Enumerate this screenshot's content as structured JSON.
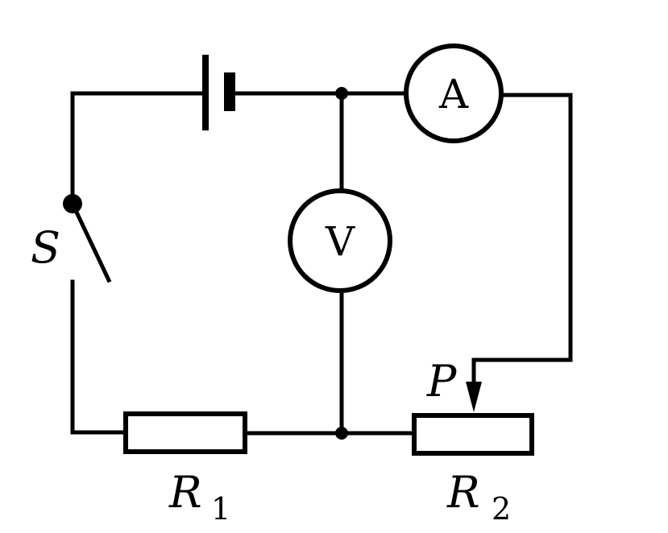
{
  "circuit": {
    "ammeter_label": "A",
    "voltmeter_label": "V",
    "switch_label": "S",
    "slider_label": "P",
    "resistor1": {
      "letter": "R",
      "subscript": "1"
    },
    "resistor2": {
      "letter": "R",
      "subscript": "2"
    }
  }
}
